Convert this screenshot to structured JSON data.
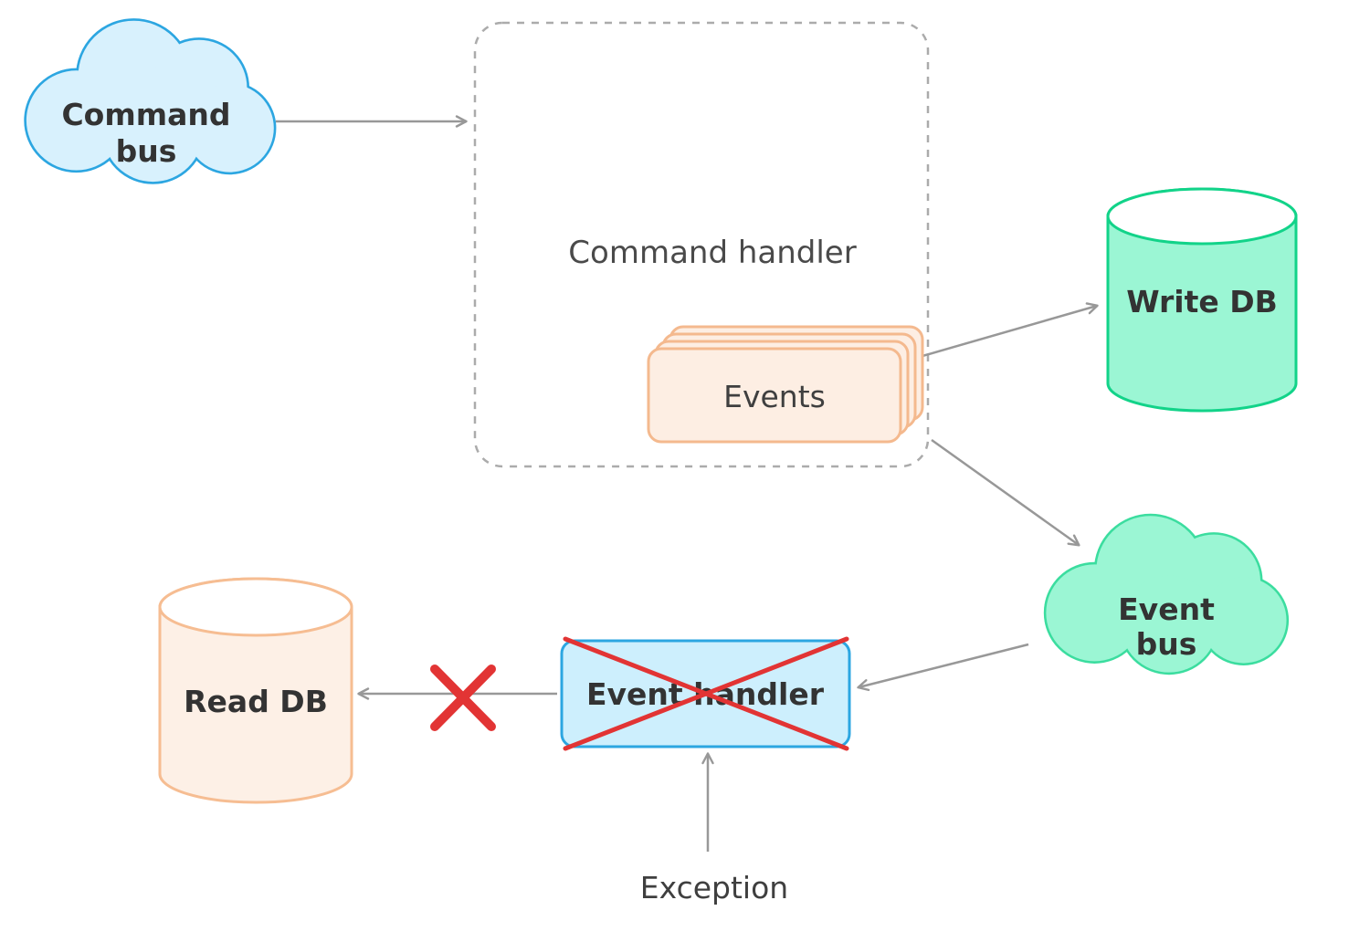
{
  "diagram": {
    "nodes": {
      "command_bus": {
        "line1": "Command",
        "line2": "bus"
      },
      "command_handler": {
        "label": "Command handler"
      },
      "events": {
        "label": "Events"
      },
      "write_db": {
        "label": "Write DB"
      },
      "event_bus": {
        "line1": "Event",
        "line2": "bus"
      },
      "event_handler": {
        "label": "Event handler"
      },
      "read_db": {
        "label": "Read DB"
      },
      "exception": {
        "label": "Exception"
      }
    },
    "colors": {
      "blue_fill": "#d8f1fd",
      "blue_stroke": "#2ca6e1",
      "mint_fill": "#9bf6d4",
      "mint_stroke": "#12d389",
      "peach_fill": "#fdf0e6",
      "peach_stroke": "#f6bd92",
      "arrow_gray": "#989898",
      "dashed_gray": "#ababab",
      "error_red": "#e23434",
      "text_dark": "#3f3f3f"
    }
  }
}
